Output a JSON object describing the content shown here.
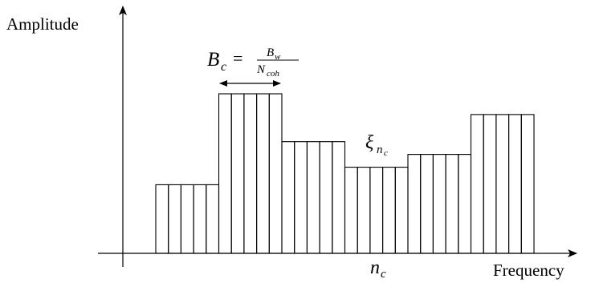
{
  "axes": {
    "y_label": "Amplitude",
    "x_label": "Frequency"
  },
  "annotations": {
    "bandwidth_symbol": "B",
    "bandwidth_sub": "c",
    "equals": "=",
    "numerator_symbol": "B",
    "numerator_sub": "w",
    "denominator_symbol": "N",
    "denominator_sub": "coh",
    "xi_symbol": "ξ",
    "xi_sub_symbol": "n",
    "xi_sub_sub": "c",
    "n_symbol": "n",
    "n_sub": "c"
  },
  "blocks": [
    {
      "subcarriers": 5,
      "level": 0.43
    },
    {
      "subcarriers": 5,
      "level": 1.0
    },
    {
      "subcarriers": 5,
      "level": 0.7
    },
    {
      "subcarriers": 5,
      "level": 0.54
    },
    {
      "subcarriers": 5,
      "level": 0.62
    },
    {
      "subcarriers": 5,
      "level": 0.87
    }
  ],
  "colors": {
    "stroke": "#000000",
    "background": "#ffffff"
  }
}
